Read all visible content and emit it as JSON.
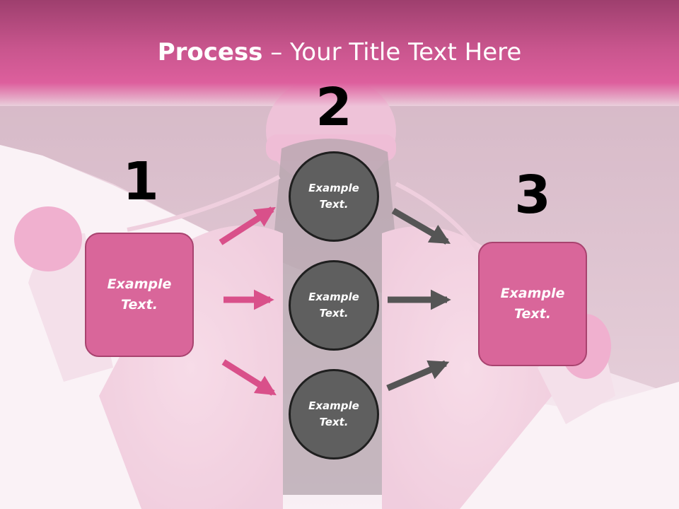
{
  "title": {
    "bold": "Process",
    "rest": " – Your Title Text Here"
  },
  "steps": [
    {
      "number": "1",
      "box_text": "Example Text."
    },
    {
      "number": "2"
    },
    {
      "number": "3",
      "box_text": "Example Text."
    }
  ],
  "circles": [
    {
      "text": "Example Text."
    },
    {
      "text": "Example Text."
    },
    {
      "text": "Example Text."
    }
  ],
  "colors": {
    "title_band": "#c8558d",
    "box_fill": "#d9669a",
    "box_border": "#a8436f",
    "circle_fill": "#5f5f5f",
    "circle_border": "#1f1f1f",
    "pink_arrow": "#d9508a",
    "gray_arrow": "#555555"
  }
}
